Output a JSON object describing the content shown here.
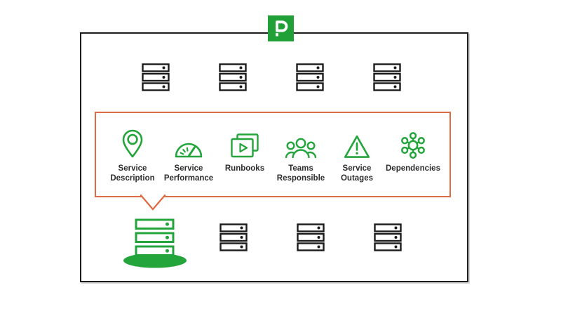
{
  "brand": {
    "logo_letter": "P",
    "logo_color": "#21a038"
  },
  "colors": {
    "green": "#23a53c",
    "orange": "#df6942",
    "ink": "#1c1c1c",
    "label_text": "#2d2d2d"
  },
  "callout": {
    "items": [
      {
        "icon": "map-pin-icon",
        "label": "Service Description"
      },
      {
        "icon": "gauge-icon",
        "label": "Service Performance"
      },
      {
        "icon": "runbooks-icon",
        "label": "Runbooks"
      },
      {
        "icon": "teams-icon",
        "label": "Teams Responsible"
      },
      {
        "icon": "warning-triangle-icon",
        "label": "Service Outages"
      },
      {
        "icon": "dependencies-icon",
        "label": "Dependencies"
      }
    ]
  },
  "infrastructure": {
    "top_row_server_count": 4,
    "bottom_row_server_count": 4,
    "highlighted_server_position": "bottom-left",
    "highlighted_server_color": "#23a53c"
  }
}
